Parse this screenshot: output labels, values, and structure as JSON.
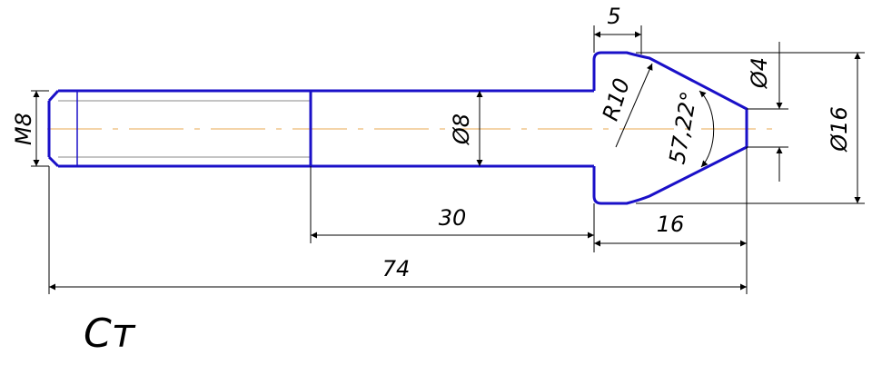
{
  "colors": {
    "outline": "#1a10c8",
    "dimension": "#000000",
    "hidden_thread": "#8a8a8a",
    "centerline": "#e8a850"
  },
  "labels": {
    "thread": "M8",
    "shaft_diameter": "Ø8",
    "head_thickness": "5",
    "radius": "R10",
    "angle": "57,22°",
    "tip_diameter": "Ø4",
    "head_diameter": "Ø16",
    "shaft_length": "30",
    "head_length": "16",
    "overall_length": "74",
    "material": "Ст"
  }
}
